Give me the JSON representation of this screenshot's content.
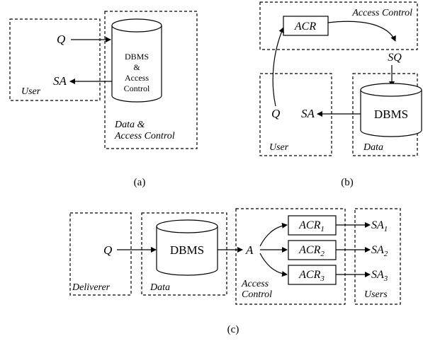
{
  "panel_a": {
    "caption": "(a)",
    "query_label": "Q",
    "answer_label": "SA",
    "user_label": "User",
    "cylinder_lines": [
      "DBMS",
      "&",
      "Access",
      "Control"
    ],
    "box_label_lines": [
      "Data &",
      "Access Control"
    ]
  },
  "panel_b": {
    "caption": "(b)",
    "access_control_label": "Access Control",
    "acr_label": "ACR",
    "sq_label": "SQ",
    "query_label": "Q",
    "answer_label": "SA",
    "dbms_label": "DBMS",
    "user_label": "User",
    "data_label": "Data"
  },
  "panel_c": {
    "caption": "(c)",
    "query_label": "Q",
    "dbms_label": "DBMS",
    "answer_label": "A",
    "deliverer_label": "Deliverer",
    "data_label": "Data",
    "access_control_lines": [
      "Access",
      "Control"
    ],
    "users_label": "Users",
    "acr_base": "ACR",
    "acr_subscripts": [
      "1",
      "2",
      "3"
    ],
    "sa_base": "SA",
    "sa_subscripts": [
      "1",
      "2",
      "3"
    ]
  }
}
